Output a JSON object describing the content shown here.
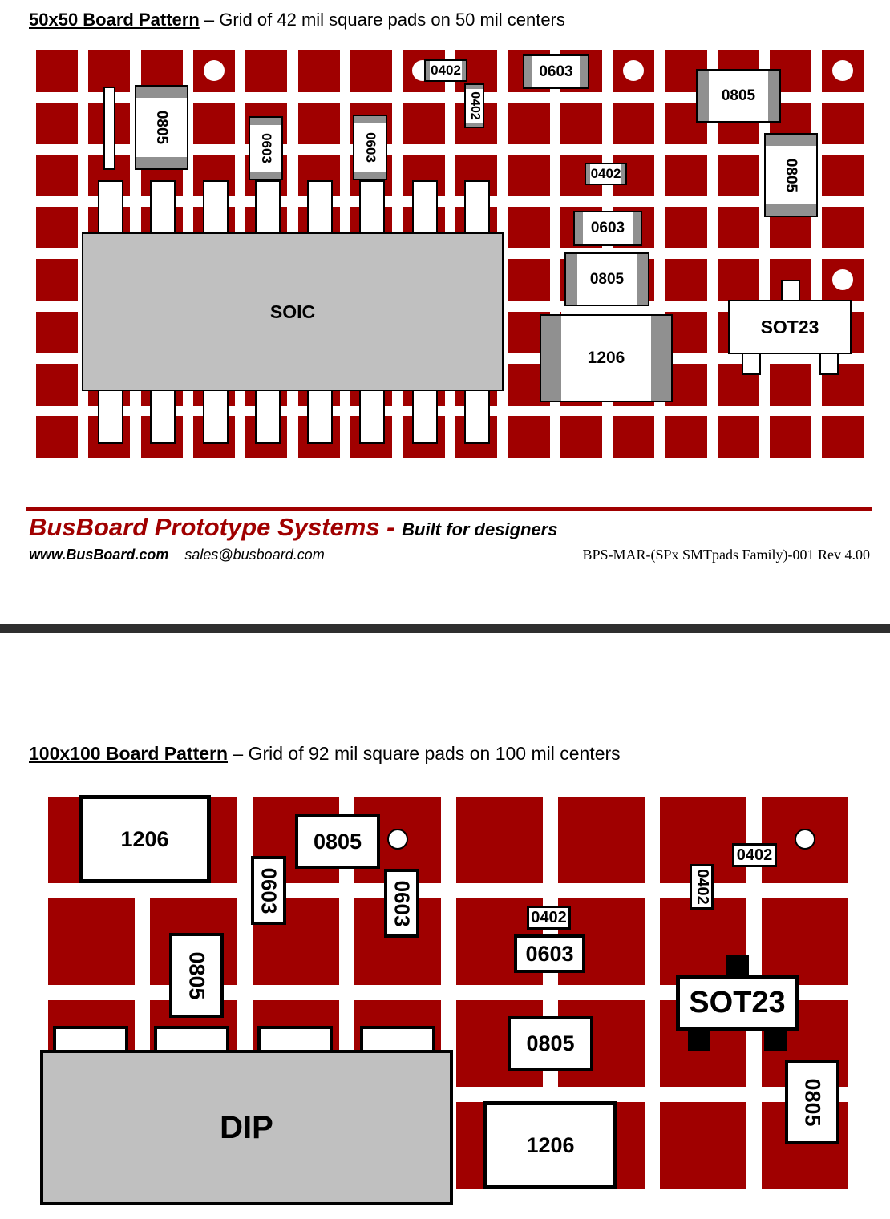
{
  "section1": {
    "title_bold": "50x50 Board Pattern",
    "title_rest": " – Grid of 42 mil square pads on 50 mil centers"
  },
  "section2": {
    "title_bold": "100x100 Board Pattern",
    "title_rest": " – Grid of 92 mil square pads on 100 mil centers"
  },
  "footer": {
    "company": "BusBoard Prototype Systems",
    "dash": " - ",
    "slogan": "Built for designers",
    "website": "www.BusBoard.com",
    "email": "sales@busboard.com",
    "docref": "BPS-MAR-(SPx SMTpads Family)-001 Rev 4.00"
  },
  "colors": {
    "pad": "#a00000",
    "component_fill": "#ffffff",
    "component_terminal": "#909090",
    "package_body": "#c0c0c0",
    "divider": "#2f2f2f"
  },
  "labels": {
    "soic": "SOIC",
    "sot23": "SOT23",
    "dip": "DIP",
    "c0402": "0402",
    "c0603": "0603",
    "c0805": "0805",
    "c1206": "1206"
  }
}
